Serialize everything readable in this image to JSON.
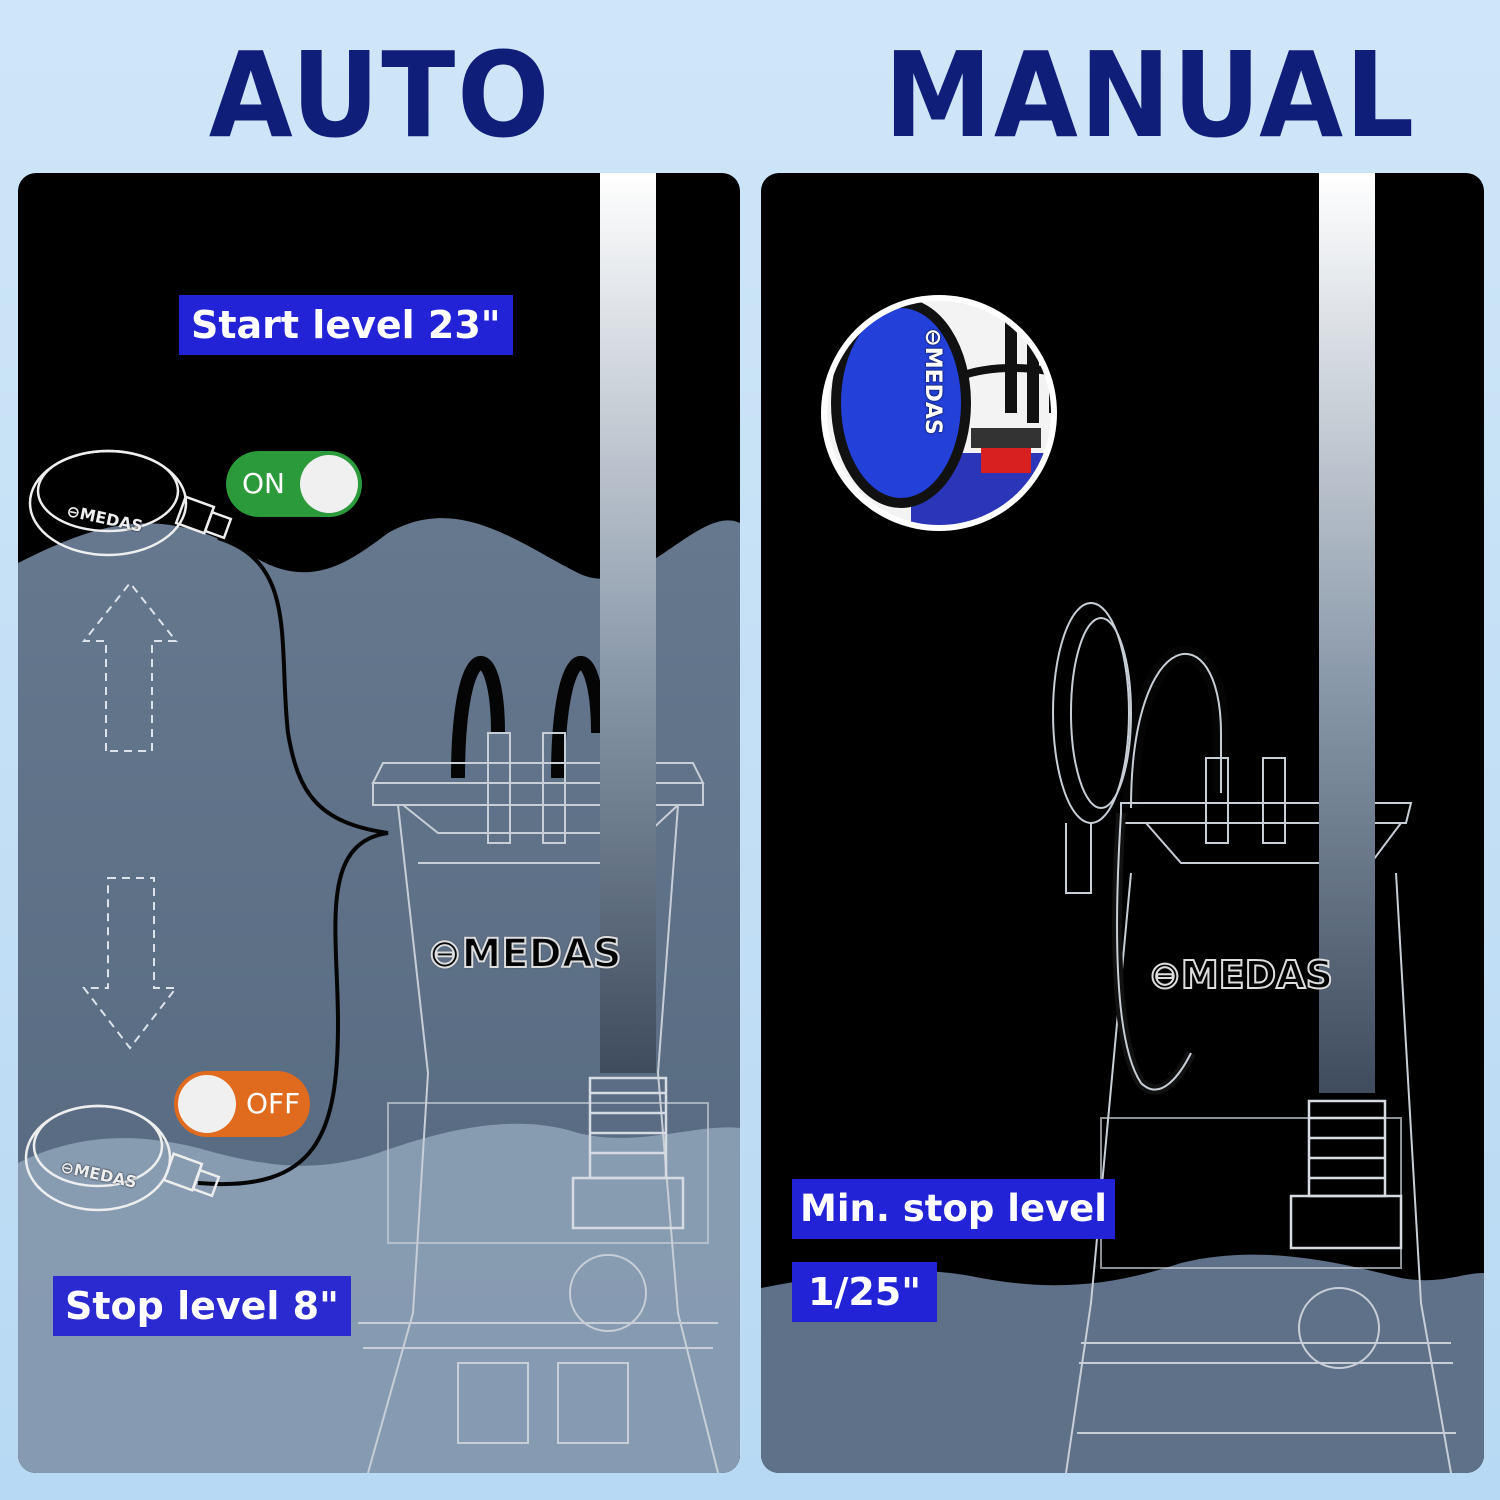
{
  "headings": {
    "auto": "AUTO",
    "manual": "MANUAL"
  },
  "auto_panel": {
    "start_label": "Start level 23\"",
    "stop_label": "Stop level 8\"",
    "on_toggle": "ON",
    "off_toggle": "OFF",
    "brand": "MEDAS"
  },
  "manual_panel": {
    "min_stop_label": "Min. stop level",
    "min_stop_value": "1/25\"",
    "brand": "MEDAS"
  },
  "colors": {
    "heading": "#0f1e78",
    "label_bg": "#2222d6",
    "on": "#2a9a3a",
    "off": "#e06a1e",
    "water": "#6a7f96"
  }
}
